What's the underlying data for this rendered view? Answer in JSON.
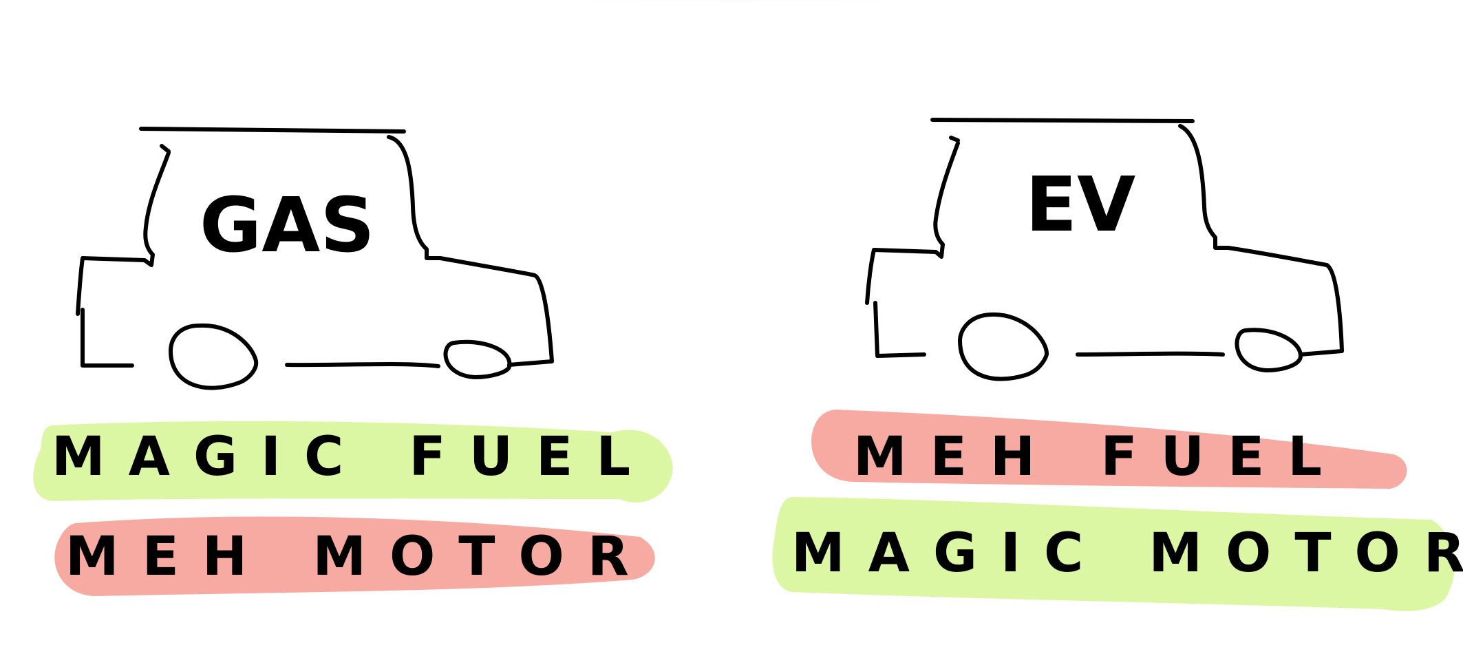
{
  "cars": [
    {
      "label": "GAS",
      "bands": [
        {
          "text": "MAGIC FUEL",
          "tone": "good"
        },
        {
          "text": "MEH MOTOR",
          "tone": "bad"
        }
      ]
    },
    {
      "label": "EV",
      "bands": [
        {
          "text": "MEH FUEL",
          "tone": "bad"
        },
        {
          "text": "MAGIC MOTOR",
          "tone": "good"
        }
      ]
    }
  ],
  "colors": {
    "good": "#dcf7a4",
    "bad": "#f6aaa2",
    "ink": "#000000",
    "background": "#ffffff"
  }
}
